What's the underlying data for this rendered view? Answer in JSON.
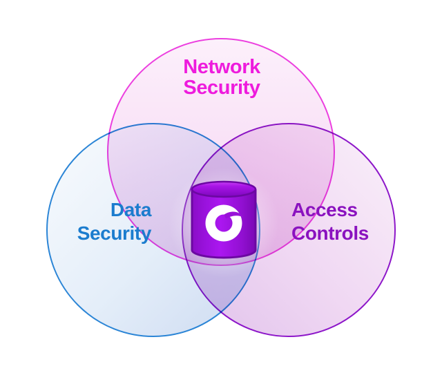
{
  "diagram": {
    "type": "venn",
    "background_color": "#ffffff",
    "circles": [
      {
        "name": "network-security",
        "label_line1": "Network",
        "label_line2": "Security",
        "stroke_color": "#ec3fdf",
        "label_color": "#ee1bdd",
        "fill_tint": "#f8dff5"
      },
      {
        "name": "data-security",
        "label_line1": "Data",
        "label_line2": "Security",
        "stroke_color": "#2b85d6",
        "label_color": "#1b7cce",
        "fill_tint": "#e4eef9"
      },
      {
        "name": "access-controls",
        "label_line1": "Access",
        "label_line2": "Controls",
        "stroke_color": "#8d16c9",
        "label_color": "#8a12bf",
        "fill_tint": "#f3dff5"
      }
    ],
    "center_icon": {
      "name": "database-swirl-icon",
      "body_color": "#9c12e0",
      "outline_color": "#6c08a2",
      "swirl_color": "#ffffff"
    }
  }
}
